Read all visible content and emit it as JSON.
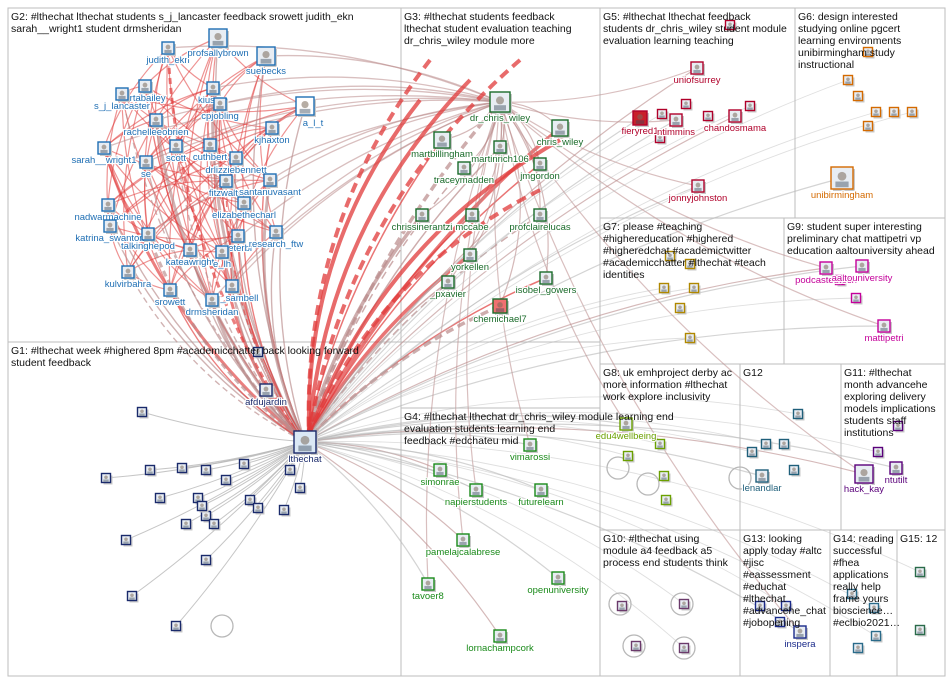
{
  "groups": [
    {
      "id": "G2",
      "label": "G2: #lthechat lthechat students s_j_lancaster feedback srowett judith_ekn\nsarah__wright1 student drmsheridan"
    },
    {
      "id": "G3",
      "label": "G3: #lthechat students feedback\nlthechat student evaluation teaching\ndr_chris_wiley module more"
    },
    {
      "id": "G5",
      "label": "G5: #lthechat lthechat feedback\nstudents dr_chris_wiley student module\nevaluation learning teaching"
    },
    {
      "id": "G6",
      "label": "G6: design interested\nstudying online pgcert\nlearning environments\nunibirmingham study\ninstructional"
    },
    {
      "id": "G7",
      "label": "G7: please #teaching\n#highereducation #highered\n#higheredchat #academictwitter\n#academicchatter #lthechat #teach\nidentities"
    },
    {
      "id": "G9",
      "label": "G9: student super interesting\npreliminary chat mattipetri vp\neducation aaltouniversity ahead"
    },
    {
      "id": "G1",
      "label": "G1: #lthechat week #highered 8pm #academicchatter back looking forward\nstudent feedback"
    },
    {
      "id": "G8",
      "label": "G8: uk emhproject derby ac\nmore information #lthechat\nwork explore inclusivity"
    },
    {
      "id": "G12",
      "label": "G12"
    },
    {
      "id": "G11",
      "label": "G11: #lthechat\nmonth advancehe\nexploring delivery\nmodels implications\nstudents staff\ninstitutions"
    },
    {
      "id": "G4",
      "label": "G4: #lthechat lthechat dr_chris_wiley module learning end\nevaluation students learning end\nfeedback #edchateu mid"
    },
    {
      "id": "G10",
      "label": "G10: #lthechat using\nmodule a4 feedback a5\nprocess end students think"
    },
    {
      "id": "G13",
      "label": "G13: looking\napply today #altc\n#jisc\n#eassessment\n#educhat\n#lthechat\n#advancehe_chat\n#jobopening"
    },
    {
      "id": "G14",
      "label": "G14: reading\nsuccessful\n#fhea\napplications\nreally help\nframe yours\nbioscience…\n#eclbio2021…"
    },
    {
      "id": "G15",
      "label": "G15: 12"
    }
  ],
  "nodes": [
    {
      "id": "judith_ekn",
      "label": "judith_ekn",
      "group": "G2",
      "color": "#1f6fb4"
    },
    {
      "id": "profsallybrown",
      "label": "profsallybrown",
      "group": "G2",
      "color": "#1f6fb4"
    },
    {
      "id": "suebecks",
      "label": "suebecks",
      "group": "G2",
      "color": "#1f6fb4"
    },
    {
      "id": "drtabailey",
      "label": "drtabailey",
      "group": "G2",
      "color": "#1f6fb4"
    },
    {
      "id": "kiusum",
      "label": "kiusum",
      "group": "G2",
      "color": "#1f6fb4"
    },
    {
      "id": "s_j_lancaster",
      "label": "s_j_lancaster",
      "group": "G2",
      "color": "#1f6fb4"
    },
    {
      "id": "cpjobling",
      "label": "cpjobling",
      "group": "G2",
      "color": "#1f6fb4"
    },
    {
      "id": "a_l_t",
      "label": "a_l_t",
      "group": "G2",
      "color": "#1f6fb4"
    },
    {
      "id": "rachelleeobrien",
      "label": "rachelleeobrien",
      "group": "G2",
      "color": "#1f6fb4"
    },
    {
      "id": "kjhaxton",
      "label": "kjhaxton",
      "group": "G2",
      "color": "#1f6fb4"
    },
    {
      "id": "scott",
      "label": "scott",
      "group": "G2",
      "color": "#1f6fb4"
    },
    {
      "id": "cuthbert",
      "label": "cuthbert",
      "group": "G2",
      "color": "#1f6fb4"
    },
    {
      "id": "sarah__wright1",
      "label": "sarah__wright1",
      "group": "G2",
      "color": "#1f6fb4"
    },
    {
      "id": "drlizziebennett",
      "label": "drlizziebennett",
      "group": "G2",
      "color": "#1f6fb4"
    },
    {
      "id": "se",
      "label": "se",
      "group": "G2",
      "color": "#1f6fb4"
    },
    {
      "id": "fitzwalte",
      "label": "fitzwalte",
      "group": "G2",
      "color": "#1f6fb4"
    },
    {
      "id": "santanuvasant",
      "label": "santanuvasant",
      "group": "G2",
      "color": "#1f6fb4"
    },
    {
      "id": "nadwarmachine",
      "label": "nadwarmachine",
      "group": "G2",
      "color": "#1f6fb4"
    },
    {
      "id": "elizabethecharl",
      "label": "elizabethecharl",
      "group": "G2",
      "color": "#1f6fb4"
    },
    {
      "id": "katrina_swanton",
      "label": "katrina_swanton",
      "group": "G2",
      "color": "#1f6fb4"
    },
    {
      "id": "talkinghepod",
      "label": "talkinghepod",
      "group": "G2",
      "color": "#1f6fb4"
    },
    {
      "id": "peterbr",
      "label": "peterbr",
      "group": "G2",
      "color": "#1f6fb4"
    },
    {
      "id": "research_ftw",
      "label": "research_ftw",
      "group": "G2",
      "color": "#1f6fb4"
    },
    {
      "id": "kateawright",
      "label": "kateawright",
      "group": "G2",
      "color": "#1f6fb4"
    },
    {
      "id": "e_lh",
      "label": "e_lh",
      "group": "G2",
      "color": "#1f6fb4"
    },
    {
      "id": "kulvirbahra",
      "label": "kulvirbahra",
      "group": "G2",
      "color": "#1f6fb4"
    },
    {
      "id": "kay_sambell",
      "label": "kay_sambell",
      "group": "G2",
      "color": "#1f6fb4"
    },
    {
      "id": "srowett",
      "label": "srowett",
      "group": "G2",
      "color": "#1f6fb4"
    },
    {
      "id": "drmsheridan",
      "label": "drmsheridan",
      "group": "G2",
      "color": "#1f6fb4"
    },
    {
      "id": "dr_chris_wiley",
      "label": "dr_chris_wiley",
      "group": "G3",
      "color": "#1a6b2a"
    },
    {
      "id": "martbillingham",
      "label": "martbillingham",
      "group": "G3",
      "color": "#1a6b2a"
    },
    {
      "id": "martinrich106",
      "label": "martinrich106",
      "group": "G3",
      "color": "#1a6b2a"
    },
    {
      "id": "chris_wiley",
      "label": "chris_wiley",
      "group": "G3",
      "color": "#1a6b2a"
    },
    {
      "id": "traceymadden",
      "label": "traceymadden",
      "group": "G3",
      "color": "#1a6b2a"
    },
    {
      "id": "jmgordon",
      "label": "jmgordon",
      "group": "G3",
      "color": "#1a6b2a"
    },
    {
      "id": "chrissinerantzi",
      "label": "chrissinerantzi",
      "group": "G3",
      "color": "#1a6b2a"
    },
    {
      "id": "mccabe",
      "label": "mccabe",
      "group": "G3",
      "color": "#1a6b2a"
    },
    {
      "id": "profclairelucas",
      "label": "profclairelucas",
      "group": "G3",
      "color": "#1a6b2a"
    },
    {
      "id": "yorkellen",
      "label": "yorkellen",
      "group": "G3",
      "color": "#1a6b2a"
    },
    {
      "id": "_pxavier",
      "label": "_pxavier",
      "group": "G3",
      "color": "#1a6b2a"
    },
    {
      "id": "isobel_gowers",
      "label": "isobel_gowers",
      "group": "G3",
      "color": "#1a6b2a"
    },
    {
      "id": "chemichael7",
      "label": "chemichael7",
      "group": "G3",
      "color": "#1a6b2a"
    },
    {
      "id": "uniofsurrey",
      "label": "uniofsurrey",
      "group": "G5",
      "color": "#b0002a"
    },
    {
      "id": "fieryred1",
      "label": "fieryred1",
      "group": "G5",
      "color": "#b0002a"
    },
    {
      "id": "ntimmins",
      "label": "ntimmins",
      "group": "G5",
      "color": "#b0002a"
    },
    {
      "id": "chandosmama",
      "label": "chandosmama",
      "group": "G5",
      "color": "#b0002a"
    },
    {
      "id": "jonnyjohnston",
      "label": "jonnyjohnston",
      "group": "G5",
      "color": "#b0002a"
    },
    {
      "id": "unibirmingham",
      "label": "unibirmingham",
      "group": "G6",
      "color": "#d46a00"
    },
    {
      "id": "podcastedtech",
      "label": "podcastedtech",
      "group": "G9",
      "color": "#c4009a"
    },
    {
      "id": "aaltouniversity",
      "label": "aaltouniversity",
      "group": "G9",
      "color": "#c4009a"
    },
    {
      "id": "mattipetri",
      "label": "mattipetri",
      "group": "G9",
      "color": "#c4009a"
    },
    {
      "id": "afdujardin",
      "label": "afdujardin",
      "group": "G1",
      "color": "#1a2a6b"
    },
    {
      "id": "lthechat",
      "label": "lthechat",
      "group": "G1",
      "color": "#1a2a6b"
    },
    {
      "id": "edu4wellbeing",
      "label": "edu4wellbeing",
      "group": "G8",
      "color": "#6ba000"
    },
    {
      "id": "lenandlar",
      "label": "lenandlar",
      "group": "G12",
      "color": "#1f5f7a"
    },
    {
      "id": "hack_kay",
      "label": "hack_kay",
      "group": "G11",
      "color": "#5a007a"
    },
    {
      "id": "ntutilt",
      "label": "ntutilt",
      "group": "G11",
      "color": "#5a007a"
    },
    {
      "id": "vimarossi",
      "label": "vimarossi",
      "group": "G4",
      "color": "#1a8a1a"
    },
    {
      "id": "simonrae",
      "label": "simonrae",
      "group": "G4",
      "color": "#1a8a1a"
    },
    {
      "id": "napierstudents",
      "label": "napierstudents",
      "group": "G4",
      "color": "#1a8a1a"
    },
    {
      "id": "futurelearn",
      "label": "futurelearn",
      "group": "G4",
      "color": "#1a8a1a"
    },
    {
      "id": "pamelajcalabrese",
      "label": "pamelajcalabrese",
      "group": "G4",
      "color": "#1a8a1a"
    },
    {
      "id": "openuniversity",
      "label": "openuniversity",
      "group": "G4",
      "color": "#1a8a1a"
    },
    {
      "id": "tavoer8",
      "label": "tavoer8",
      "group": "G4",
      "color": "#1a8a1a"
    },
    {
      "id": "lornachampcork",
      "label": "lornachampcork",
      "group": "G4",
      "color": "#1a8a1a"
    },
    {
      "id": "inspera",
      "label": "inspera",
      "group": "G13",
      "color": "#1a2a8a"
    }
  ],
  "colors": {
    "edge_intra": "#e03a3a",
    "edge_inter": "#b98a8a",
    "edge_grey": "#b8b8b8",
    "panel_border": "#bdbdbd"
  }
}
